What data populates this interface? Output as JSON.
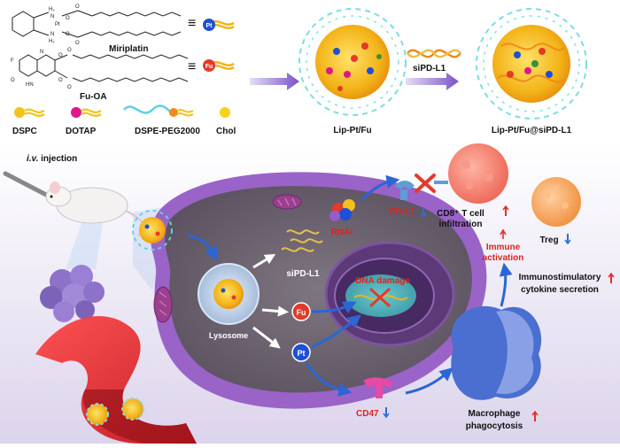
{
  "molecules": {
    "miriplatin": "Miriplatin",
    "fu_oa": "Fu-OA",
    "pt_badge": "Pt",
    "fu_badge": "Fu",
    "equiv": "≡"
  },
  "components": [
    {
      "label": "DSPC",
      "color": "#f4c21a"
    },
    {
      "label": "DOTAP",
      "color": "#e0168a"
    },
    {
      "label": "DSPE-PEG2000",
      "color": "#5dd2e0"
    },
    {
      "label": "Chol",
      "color": "#f6d21c"
    }
  ],
  "top": {
    "sirna": "siPD-L1",
    "lip_pt_fu": "Lip-Pt/Fu",
    "lip_pt_fu_sipd": "Lip-Pt/Fu@siPD-L1"
  },
  "bottom": {
    "injection_italic": "i.v.",
    "injection_rest": " injection",
    "rnai": "RNAi",
    "pdl1": "PD-L1",
    "sipdl1": "siPD-L1",
    "dna_damage": "DNA damage",
    "fu": "Fu",
    "pt": "Pt",
    "lysosome": "Lysosome",
    "cd47": "CD47",
    "cd8_line1": "CD8⁺ T cell",
    "cd8_line2": "infiltration",
    "treg": "Treg",
    "immune_line1": "Immune",
    "immune_line2": "activation",
    "cytokine_line1": "Immunostimulatory",
    "cytokine_line2": "cytokine secretion",
    "macro_line1": "Macrophage",
    "macro_line2": "phagocytosis"
  },
  "colors": {
    "arrow_blue": "#2a66d6",
    "up_red": "#e0302a",
    "down_blue": "#2b6fd8",
    "red_label": "#d8261f",
    "cell_purple": "#8a4bb4"
  }
}
